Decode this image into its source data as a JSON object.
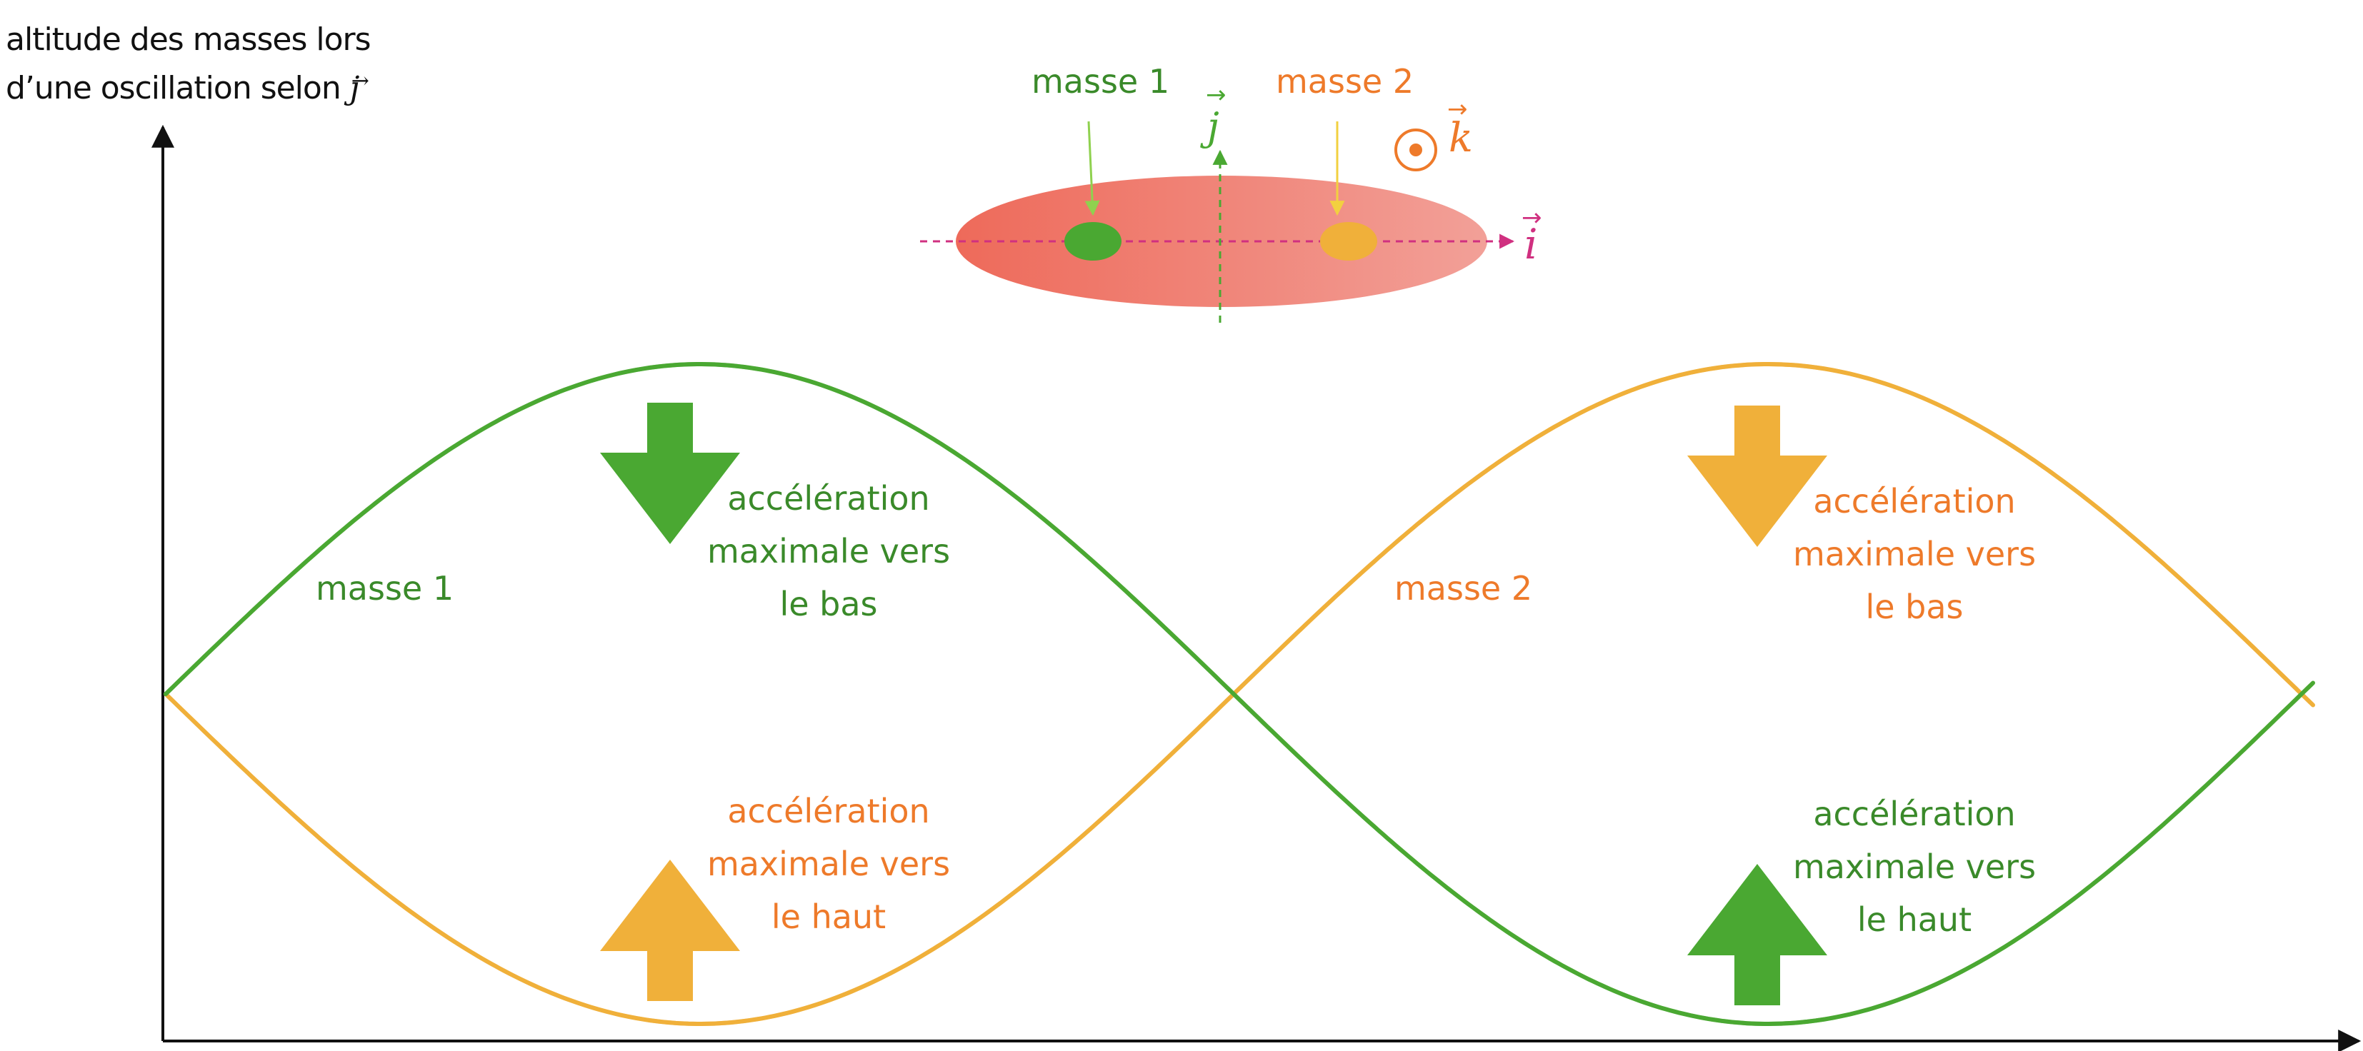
{
  "axis_title": {
    "line1": "altitude des masses lors",
    "line2_prefix": "d’une oscillation selon ",
    "line2_vector": "j"
  },
  "inset": {
    "mass1_label": "masse 1",
    "mass2_label": "masse 2",
    "vec_j": "j",
    "vec_i": "i",
    "vec_k": "k"
  },
  "curves": {
    "mass1_label": "masse 1",
    "mass2_label": "masse 2"
  },
  "annotations": {
    "green_down": [
      "accélération",
      "maximale vers",
      "le bas"
    ],
    "orange_up": [
      "accélération",
      "maximale vers",
      "le haut"
    ],
    "orange_down": [
      "accélération",
      "maximale vers",
      "le bas"
    ],
    "green_up": [
      "accélération",
      "maximale vers",
      "le haut"
    ]
  },
  "colors": {
    "green": "#4aa832",
    "green_text": "#3a8a2a",
    "orange": "#f0b03a",
    "orange_text": "#ee7a2a",
    "magenta": "#d03080",
    "disc_left": "#ee6a5a",
    "disc_right": "#f2a098",
    "axis": "#111111"
  }
}
